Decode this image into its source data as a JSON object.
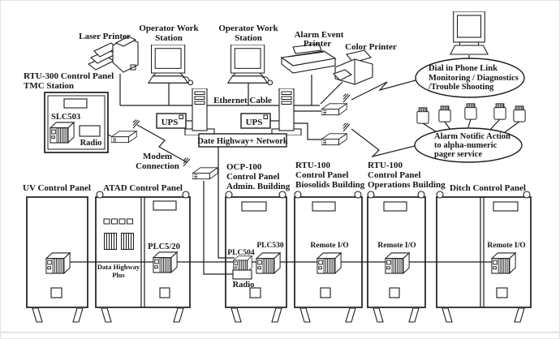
{
  "d": {
    "colors": {
      "stroke": "#1c1c1c",
      "background": "#ffffff"
    },
    "labels": {
      "laser_printer": "Laser Printer",
      "ows": [
        "Operator Work",
        "Station"
      ],
      "alarm_printer": [
        "Alarm Event",
        "Printer"
      ],
      "color_printer": "Color Printer",
      "ethernet": "Ethernet Cable",
      "ups": "UPS",
      "network_box": "Date Highway+ Network",
      "modem": [
        "Modem",
        "Connection"
      ],
      "rtu300": [
        "RTU-300 Control Panel",
        "TMC Station"
      ],
      "slc": "SLC503",
      "radio": "Radio",
      "dial_cloud": [
        "Dial in Phone Link",
        "Monitoring / Diagnostics",
        "/Trouble Shooting"
      ],
      "pager_cloud": [
        "Alarm Notific Action",
        "to alpha-numeric",
        "pager service"
      ]
    },
    "panels": [
      {
        "label": [
          "UV Control Panel"
        ]
      },
      {
        "label": [
          "ATAD Control Panel"
        ],
        "bus": [
          "Data Highway",
          "Plus"
        ],
        "device": "PLC5/20"
      },
      {
        "label": [
          "OCP-100",
          "Control Panel",
          "Admin. Building"
        ],
        "device_a": "PLC504",
        "device_b": "PLC530",
        "radio": "Radio"
      },
      {
        "label": [
          "RTU-100",
          "Control Panel",
          "Biosolids Building"
        ],
        "device": "Remote I/O"
      },
      {
        "label": [
          "RTU-100",
          "Control Panel",
          "Operations Building"
        ],
        "device": "Remote I/O"
      },
      {
        "label": [
          "Ditch Control Panel"
        ],
        "device": "Remote I/O"
      }
    ]
  }
}
